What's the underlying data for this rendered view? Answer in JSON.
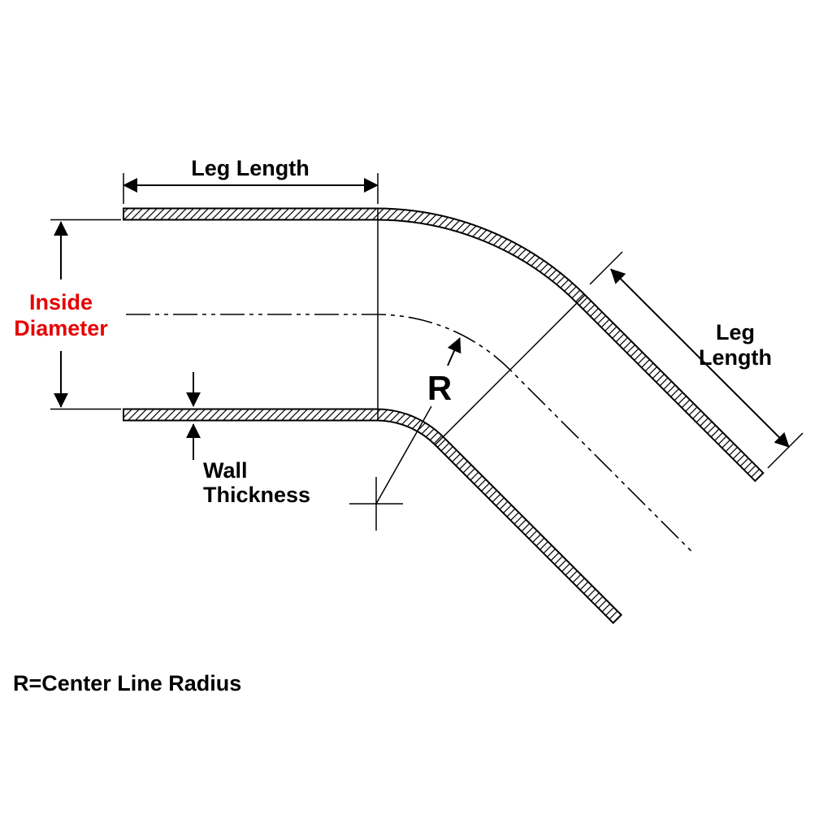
{
  "diagram": {
    "type": "technical-dimension-drawing",
    "subject": "45-degree elbow tube coupler",
    "labels": {
      "leg_length_top": "Leg Length",
      "inside_diameter_line1": "Inside",
      "inside_diameter_line2": "Diameter",
      "wall_thickness_line1": "Wall",
      "wall_thickness_line2": "Thickness",
      "radius_symbol": "R",
      "leg_length_right_line1": "Leg",
      "leg_length_right_line2": "Length",
      "footnote": "R=Center Line Radius"
    },
    "colors": {
      "accent_text": "#e60000",
      "line": "#000000",
      "background": "#ffffff"
    }
  }
}
